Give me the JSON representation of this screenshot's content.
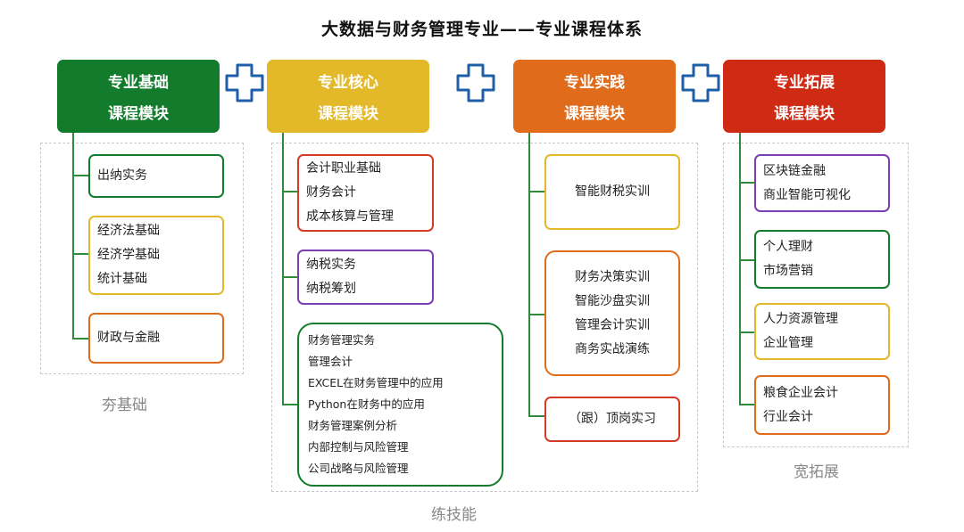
{
  "title": "大数据与财务管理专业——专业课程体系",
  "colors": {
    "green": "#137b2c",
    "yellow": "#e3b92a",
    "orange": "#e06b1a",
    "red": "#cf2b14",
    "purple": "#7a3fb0",
    "card_red": "#d43a24",
    "connector": "#2e8b3a",
    "plus_outline": "#1f5fa8"
  },
  "modules": [
    {
      "line1": "专业基础",
      "line2": "课程模块"
    },
    {
      "line1": "专业核心",
      "line2": "课程模块"
    },
    {
      "line1": "专业实践",
      "line2": "课程模块"
    },
    {
      "line1": "专业拓展",
      "line2": "课程模块"
    }
  ],
  "plus_icons": [
    "plus-icon",
    "plus-icon",
    "plus-icon"
  ],
  "col1_cards": [
    {
      "items": [
        "出纳实务"
      ]
    },
    {
      "items": [
        "经济法基础",
        "经济学基础",
        "统计基础"
      ]
    },
    {
      "items": [
        "财政与金融"
      ]
    }
  ],
  "col2_cards": [
    {
      "items": [
        "会计职业基础",
        "财务会计",
        "成本核算与管理"
      ]
    },
    {
      "items": [
        "纳税实务",
        "纳税筹划"
      ]
    },
    {
      "items": [
        "财务管理实务",
        "管理会计",
        "EXCEL在财务管理中的应用",
        "Python在财务中的应用",
        "财务管理案例分析",
        "内部控制与风险管理",
        "公司战略与风险管理"
      ]
    }
  ],
  "col3_cards": [
    {
      "items": [
        "智能财税实训"
      ]
    },
    {
      "items": [
        "财务决策实训",
        "智能沙盘实训",
        "管理会计实训",
        "商务实战演练"
      ]
    },
    {
      "items": [
        "（跟）顶岗实习"
      ]
    }
  ],
  "col4_cards": [
    {
      "items": [
        "区块链金融",
        "商业智能可视化"
      ]
    },
    {
      "items": [
        "个人理财",
        "市场营销"
      ]
    },
    {
      "items": [
        "人力资源管理",
        "企业管理"
      ]
    },
    {
      "items": [
        "粮食企业会计",
        "行业会计"
      ]
    }
  ],
  "footers": {
    "col1": "夯基础",
    "col2": "练技能",
    "col4": "宽拓展"
  }
}
